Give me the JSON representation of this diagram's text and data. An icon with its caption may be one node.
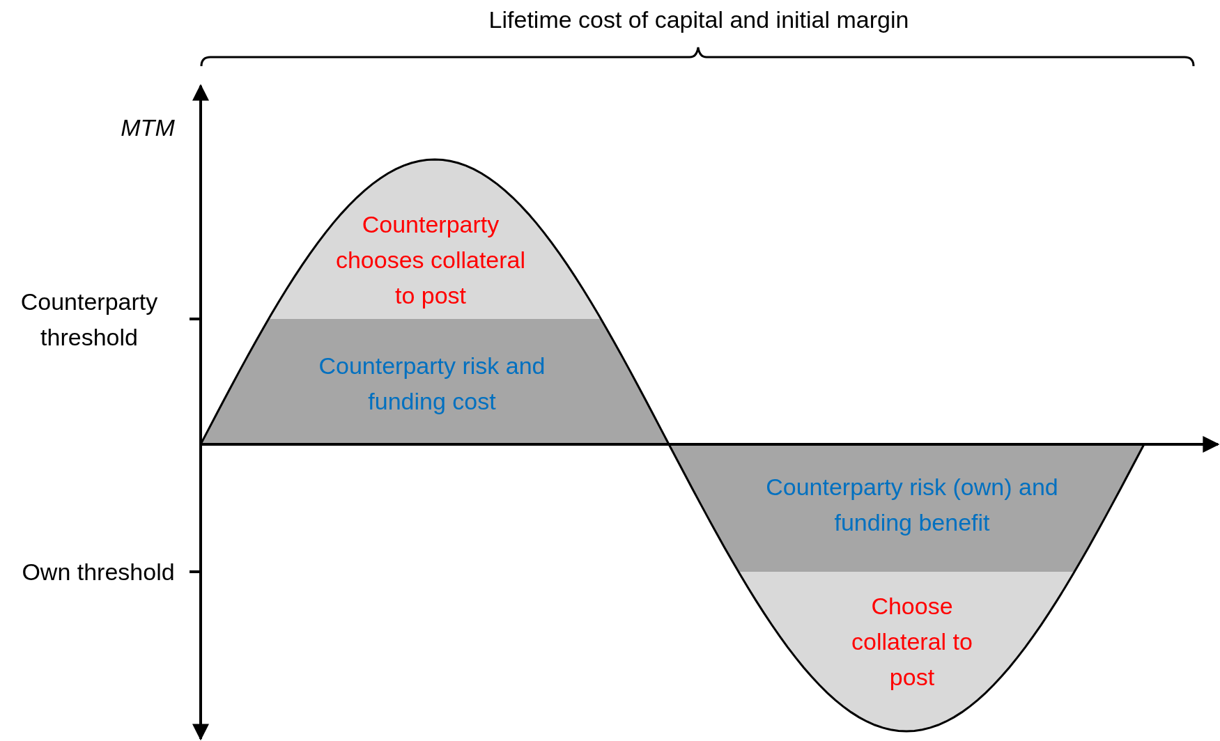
{
  "diagram": {
    "nodes": [
      {
        "text": [
          "Counterparty chooses collateral to post"
        ]
      },
      {
        "text": [
          "Counterparty risk and funding cost"
        ]
      },
      {
        "text": [
          "Counterparty risk (own) and funding benefit"
        ]
      },
      {
        "text": [
          "Choose collateral to post"
        ]
      }
    ],
    "labels": [
      "Lifetime cost of capital and initial margin",
      "MTM",
      "Counterparty threshold",
      "Own threshold"
    ]
  }
}
